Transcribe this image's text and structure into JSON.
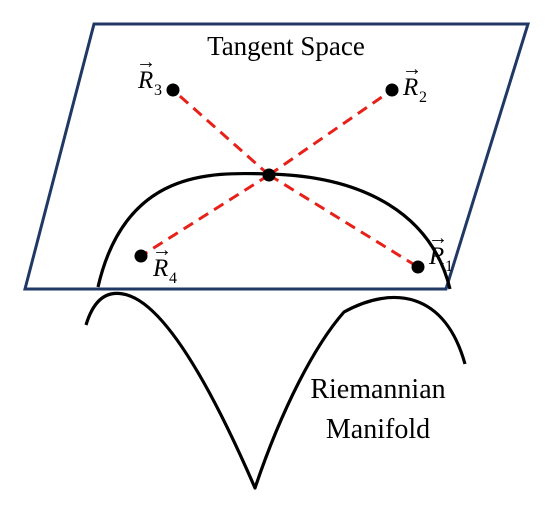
{
  "tangent_space": {
    "title": "Tangent Space",
    "border_color": "#1f3864",
    "fill_color": "#ffffff"
  },
  "manifold": {
    "label_line1": "Riemannian",
    "label_line2": "Manifold",
    "stroke_color": "#000000"
  },
  "points": {
    "r1": {
      "symbol": "R",
      "subscript": "1",
      "arrow": "→"
    },
    "r2": {
      "symbol": "R",
      "subscript": "2",
      "arrow": "→"
    },
    "r3": {
      "symbol": "R",
      "subscript": "3",
      "arrow": "→"
    },
    "r4": {
      "symbol": "R",
      "subscript": "4",
      "arrow": "→"
    }
  },
  "connector_color": "#e8201a",
  "point_color": "#000000"
}
